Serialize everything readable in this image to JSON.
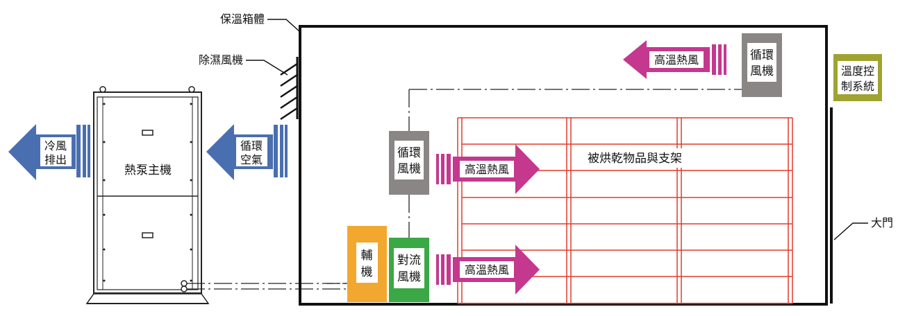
{
  "labels": {
    "insulation_box": "保溫箱體",
    "dehumidifier": "除濕風機",
    "temp_control_line1": "溫度控",
    "temp_control_line2": "制系統",
    "door": "大門",
    "heat_pump": "熱泵主機",
    "dried_items": "被烘乾物品與支架",
    "aux_line1": "輔",
    "aux_line2": "機",
    "conv_fan_line1": "對流",
    "conv_fan_line2": "風機",
    "circ_fan_mid_line1": "循環",
    "circ_fan_mid_line2": "風機",
    "circ_fan_top_line1": "循環",
    "circ_fan_top_line2": "風機"
  },
  "arrows": {
    "cold_air_line1": "冷風",
    "cold_air_line2": "排出",
    "circ_air_line1": "循環",
    "circ_air_line2": "空氣",
    "hot_air_top": "高溫熱風",
    "hot_air_mid": "高溫熱風",
    "hot_air_bottom": "高溫熱風"
  },
  "colors": {
    "blue_arrow": "#4a6fb0",
    "magenta_arrow": "#c4388e",
    "fan_gray": "#8a8686",
    "aux_orange": "#f2a82e",
    "conv_green": "#3aa845",
    "control_olive": "#9fa330",
    "rack_red": "#e03a2a"
  }
}
